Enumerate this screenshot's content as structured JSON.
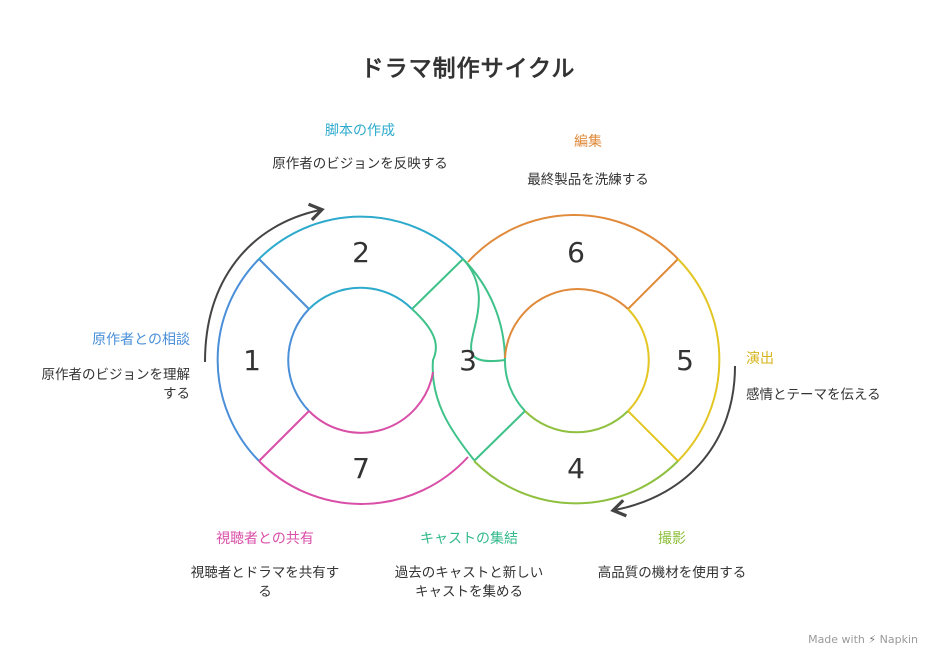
{
  "title": "ドラマ制作サイクル",
  "steps": [
    {
      "number": "1",
      "label": "原作者との相談",
      "description": "原作者のビジョンを理解する",
      "color": "#4a8fd8"
    },
    {
      "number": "2",
      "label": "脚本の作成",
      "description": "原作者のビジョンを反映する",
      "color": "#2eaacc"
    },
    {
      "number": "3",
      "label": "",
      "description": "",
      "color": "#3fc28a"
    },
    {
      "number": "4",
      "label": "撮影",
      "description": "高品質の機材を使用する",
      "color": "#8fc040"
    },
    {
      "number": "5",
      "label": "演出",
      "description": "感情とテーマを伝える",
      "color": "#e3c623"
    },
    {
      "number": "6",
      "label": "編集",
      "description": "最終製品を洗練する",
      "color": "#e08a3a"
    },
    {
      "number": "7",
      "label": "視聴者との共有",
      "description": "視聴者とドラマを共有する",
      "color": "#d94fa8"
    }
  ],
  "extra_labels": {
    "gather": {
      "label": "キャストの集結",
      "description": "過去のキャストと新しいキャストを集める",
      "color": "#33b98b"
    }
  },
  "footer": {
    "text": "Made with",
    "brand": "Napkin"
  }
}
